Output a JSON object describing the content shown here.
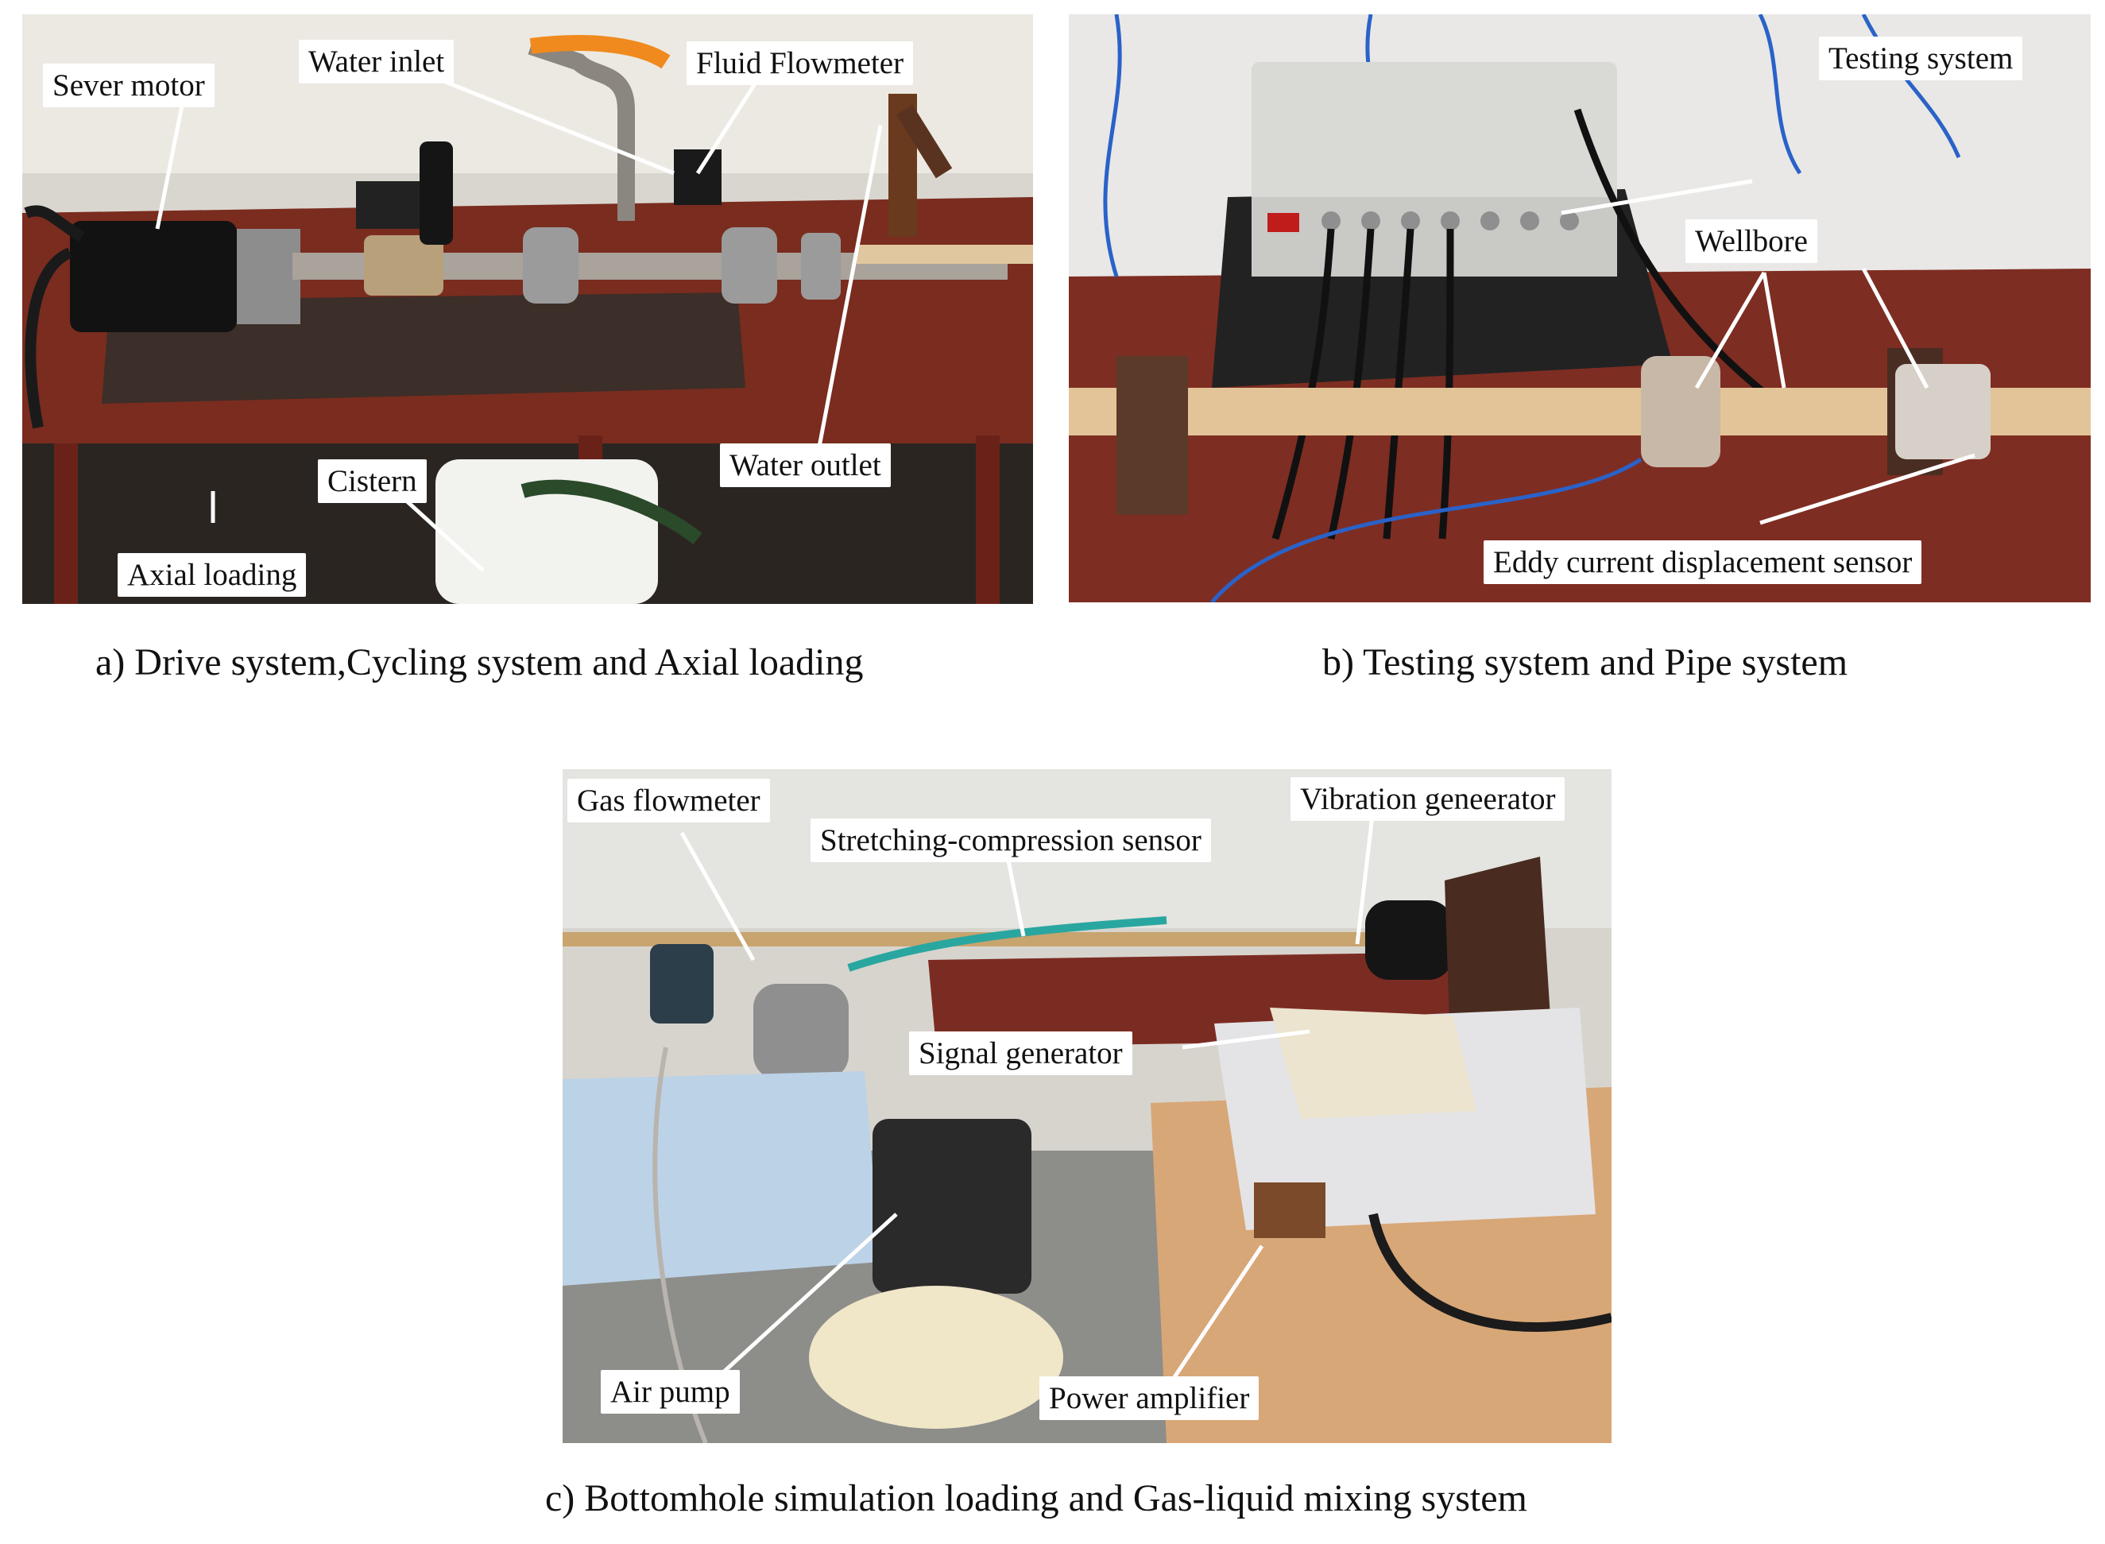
{
  "panel_a": {
    "labels": {
      "sever_motor": "Sever motor",
      "water_inlet": "Water inlet",
      "fluid_flowmeter": "Fluid Flowmeter",
      "water_outlet": "Water outlet",
      "cistern": "Cistern",
      "axial_loading": "Axial loading"
    },
    "caption": "a) Drive system,Cycling system and Axial loading"
  },
  "panel_b": {
    "labels": {
      "testing_system": "Testing system",
      "wellbore": "Wellbore",
      "eddy_sensor": "Eddy current displacement sensor"
    },
    "caption": "b) Testing system and Pipe system"
  },
  "panel_c": {
    "labels": {
      "gas_flowmeter": "Gas flowmeter",
      "stretching_sensor": "Stretching-compression sensor",
      "vibration_generator": "Vibration geneerator",
      "signal_generator": "Signal generator",
      "air_pump": "Air pump",
      "power_amplifier": "Power amplifier"
    },
    "caption": "c) Bottomhole simulation loading and Gas-liquid mixing system"
  }
}
